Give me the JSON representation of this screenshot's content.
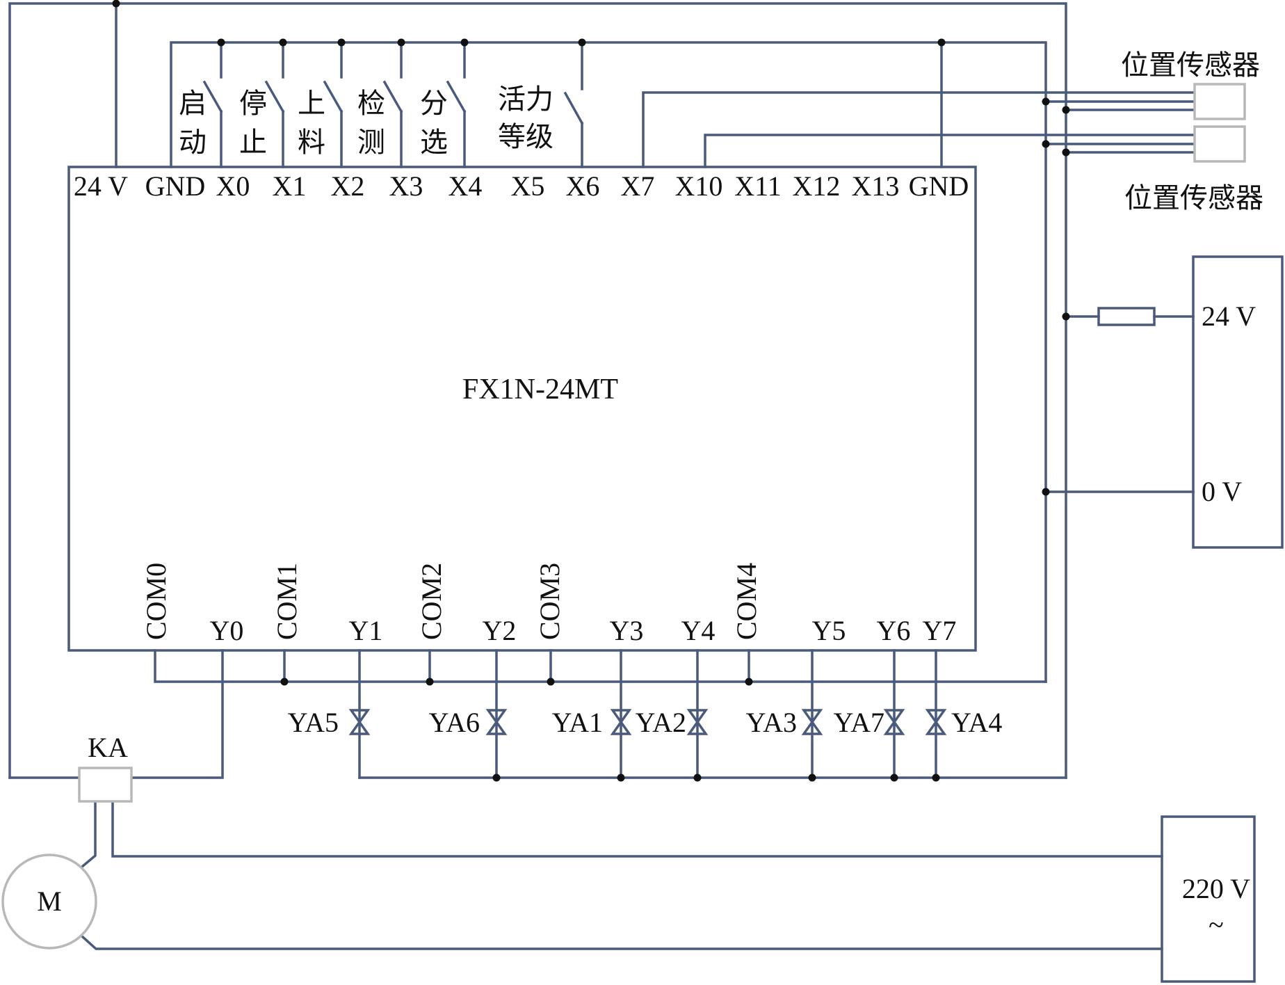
{
  "plc": {
    "model": "FX1N-24MT",
    "input_terminals": [
      "24 V",
      "GND",
      "X0",
      "X1",
      "X2",
      "X3",
      "X4",
      "X5",
      "X6",
      "X7",
      "X10",
      "X11",
      "X12",
      "X13",
      "GND"
    ],
    "output_terminals": [
      "COM0",
      "Y0",
      "COM1",
      "Y1",
      "COM2",
      "Y2",
      "COM3",
      "Y3",
      "Y4",
      "COM4",
      "Y5",
      "Y6",
      "Y7"
    ]
  },
  "switches": [
    {
      "line1": "启",
      "line2": "动"
    },
    {
      "line1": "停",
      "line2": "止"
    },
    {
      "line1": "上",
      "line2": "料"
    },
    {
      "line1": "检",
      "line2": "测"
    },
    {
      "line1": "分",
      "line2": "选"
    },
    {
      "line1": "活力",
      "line2": "等级"
    }
  ],
  "sensors": [
    "位置传感器",
    "位置传感器"
  ],
  "valves": [
    "YA5",
    "YA6",
    "YA1",
    "YA2",
    "YA3",
    "YA7",
    "YA4"
  ],
  "power_supply_dc": {
    "positive": "24 V",
    "negative": "0 V"
  },
  "power_supply_ac": {
    "voltage": "220 V",
    "symbol": "~"
  },
  "relay": "KA",
  "motor": "M"
}
